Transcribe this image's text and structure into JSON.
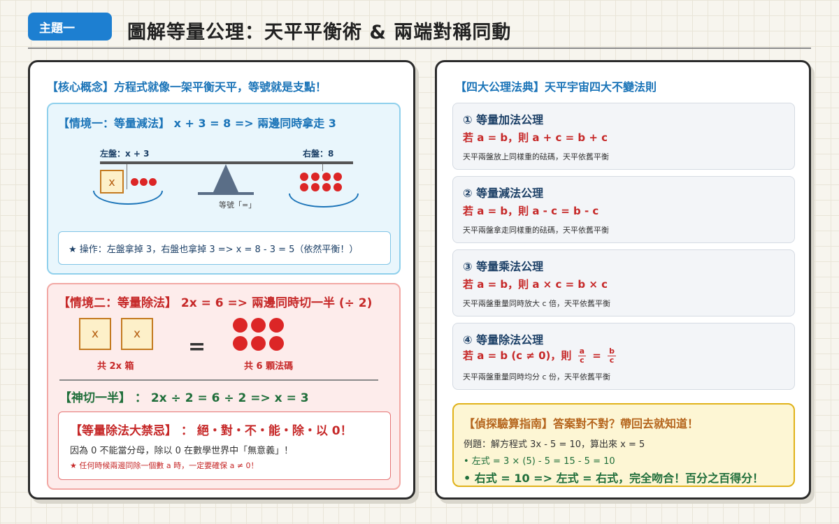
{
  "header": {
    "tag": "主題一",
    "title": "圖解等量公理：天平平衡術 & 兩端對稱同動"
  },
  "left": {
    "concept": "【核心概念】方程式就像一架平衡天平，等號就是支點！",
    "scenario1": {
      "title": "【情境一：等量減法】 x + 3 = 8 => 兩邊同時拿走 3",
      "left_pan_label": "左盤：x + 3",
      "right_pan_label": "右盤：8",
      "box_label": "x",
      "fulcrum_label": "等號「=」",
      "operation": "★ 操作：左盤拿掉 3，右盤也拿掉 3 => x = 8 - 3 = 5（依然平衡！）"
    },
    "scenario2": {
      "title": "【情境二：等量除法】 2x = 6 => 兩邊同時切一半 (÷ 2)",
      "box_label": "x",
      "equals": "=",
      "left_caption": "共 2x 箱",
      "right_caption": "共 6 顆法碼",
      "halving": "【神切一半】 ： 2x ÷ 2 = 6 ÷ 2 => x = 3",
      "ban_title": "【等量除法大禁忌】 ： 絕・對・不・能・除・以 0！",
      "ban_line1": "因為 0 不能當分母，除以 0 在數學世界中「無意義」！",
      "ban_line2": "★ 任何時候兩邊同除一個數 a 時，一定要確保 a ≠ 0！"
    }
  },
  "right": {
    "heading": "【四大公理法典】天平宇宙四大不變法則",
    "cards": [
      {
        "title": "① 等量加法公理",
        "formula": "若 a = b，則 a + c = b + c",
        "desc": "天平兩盤放上同樣重的砝碼，天平依舊平衡"
      },
      {
        "title": "② 等量減法公理",
        "formula": "若 a = b，則 a - c = b - c",
        "desc": "天平兩盤拿走同樣重的砝碼，天平依舊平衡"
      },
      {
        "title": "③ 等量乘法公理",
        "formula": "若 a = b，則 a × c = b × c",
        "desc": "天平兩盤重量同時放大 c 倍，天平依舊平衡"
      },
      {
        "title": "④ 等量除法公理",
        "formula": "若 a = b (c ≠ 0)，則",
        "frac_a_num": "a",
        "frac_a_den": "c",
        "eq": "=",
        "frac_b_num": "b",
        "frac_b_den": "c",
        "desc": "天平兩盤重量同時均分 c 份，天平依舊平衡"
      }
    ],
    "detective": {
      "title": "【偵探驗算指南】答案對不對？帶回去就知道！",
      "line1": "例題：解方程式 3x - 5 = 10，算出來 x = 5",
      "line2": "• 左式 = 3 × (5) - 5 = 15 - 5 = 10",
      "line3": "• 右式 = 10 => 左式 = 右式，完全吻合！百分之百得分！"
    }
  },
  "colors": {
    "accent_blue": "#1d7fd1",
    "red": "#dc2626",
    "green": "#1f6e3a",
    "gold": "#e0b21a"
  }
}
